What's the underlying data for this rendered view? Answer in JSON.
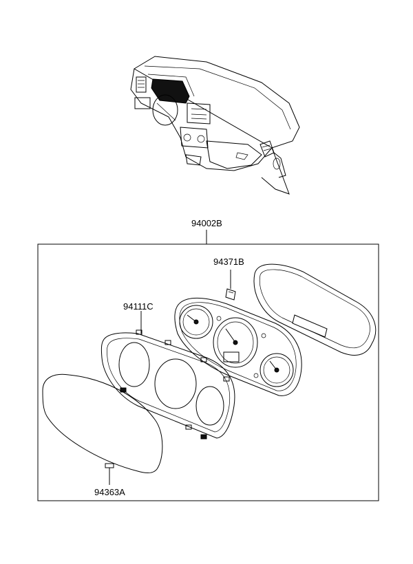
{
  "parts": {
    "assembly": "94002B",
    "bulb": "94371B",
    "housing": "94111C",
    "clip": "94363A"
  }
}
